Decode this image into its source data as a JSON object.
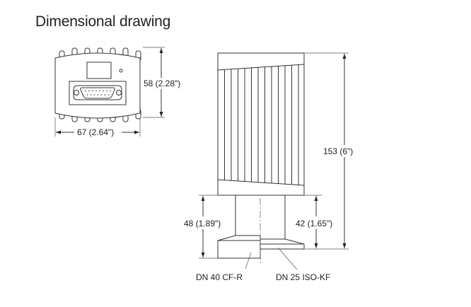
{
  "title": "Dimensional drawing",
  "front_view": {
    "height_label": "58 (2.28\")",
    "width_label": "67 (2.64\")"
  },
  "side_view": {
    "total_height_label": "153 (6\")",
    "cf_height_label": "48 (1.89\")",
    "kf_height_label": "42 (1.65\")",
    "flange_cf_label": "DN 40 CF-R",
    "flange_kf_label": "DN 25 ISO-KF"
  }
}
